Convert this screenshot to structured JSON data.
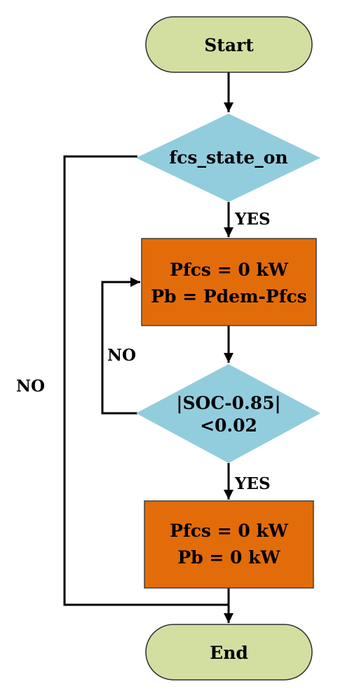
{
  "colors": {
    "terminal_fill": "#d3dfa1",
    "terminal_stroke": "#2f2f2f",
    "decision_fill": "#92cddd",
    "process_fill": "#e36c0a",
    "process_stroke": "#404040",
    "line": "#000000"
  },
  "nodes": {
    "start": "Start",
    "decision1": "fcs_state_on",
    "process1": {
      "line1": "Pfcs = 0 kW",
      "line2": "Pb = Pdem-Pfcs"
    },
    "decision2": {
      "line1": "|SOC-0.85|",
      "line2": "<0.02"
    },
    "process2": {
      "line1": "Pfcs = 0 kW",
      "line2": "Pb = 0 kW"
    },
    "end": "End"
  },
  "edges": {
    "yes1": "YES",
    "yes2": "YES",
    "no_inner": "NO",
    "no_outer": "NO"
  }
}
